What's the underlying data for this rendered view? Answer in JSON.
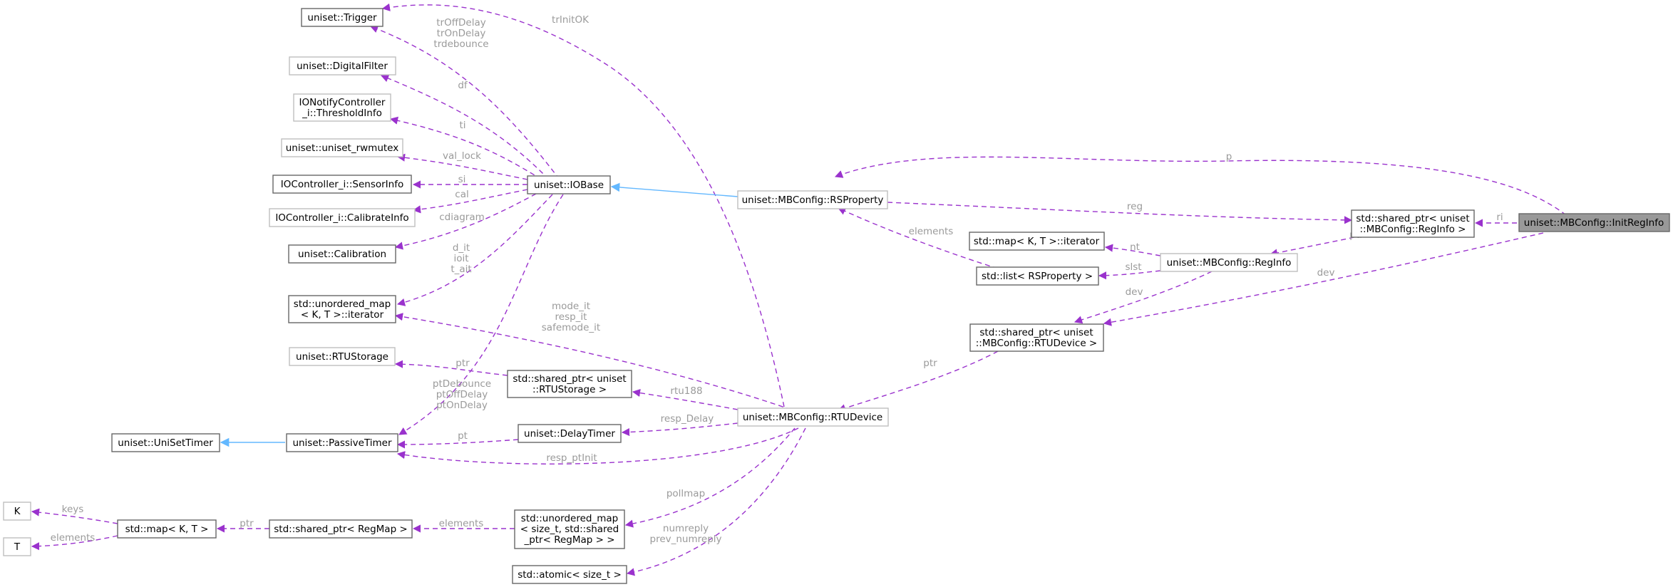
{
  "nodes": {
    "trigger": "uniset::Trigger",
    "digital_filter": "uniset::DigitalFilter",
    "threshold_info": [
      "IONotifyController",
      "_i::ThresholdInfo"
    ],
    "rwmutex": "uniset::uniset_rwmutex",
    "sensor_info": "IOController_i::SensorInfo",
    "calibrate_info": "IOController_i::CalibrateInfo",
    "calibration": "uniset::Calibration",
    "umap_iter": [
      "std::unordered_map",
      "< K, T >::iterator"
    ],
    "rtu_storage": "uniset::RTUStorage",
    "uniset_timer": "uniset::UniSetTimer",
    "passive_timer": "uniset::PassiveTimer",
    "k": "K",
    "t": "T",
    "map_kt": "std::map< K, T >",
    "sp_regmap": "std::shared_ptr< RegMap >",
    "iobase": "uniset::IOBase",
    "sp_rtustorage": [
      "std::shared_ptr< uniset",
      "::RTUStorage >"
    ],
    "delay_timer": "uniset::DelayTimer",
    "umap_regmap": [
      "std::unordered_map",
      "< size_t, std::shared",
      "_ptr< RegMap > >"
    ],
    "atomic": "std::atomic< size_t >",
    "rsproperty": "uniset::MBConfig::RSProperty",
    "rtudevice": "uniset::MBConfig::RTUDevice",
    "map_iter": "std::map< K, T >::iterator",
    "list_rsp": "std::list< RSProperty >",
    "sp_rtudevice": [
      "std::shared_ptr< uniset",
      "::MBConfig::RTUDevice >"
    ],
    "reginfo": "uniset::MBConfig::RegInfo",
    "sp_reginfo": [
      "std::shared_ptr< uniset",
      "::MBConfig::RegInfo >"
    ],
    "initreginfo": "uniset::MBConfig::InitRegInfo"
  },
  "edge_labels": {
    "trigger_1": "trOffDelay",
    "trigger_2": "trOnDelay",
    "trigger_3": "trdebounce",
    "trinitok": "trInitOK",
    "df": "df",
    "ti": "ti",
    "val_lock": "val_lock",
    "si": "si",
    "cal": "cal",
    "cdiagram": "cdiagram",
    "iter_1": "d_it",
    "iter_2": "ioit",
    "iter_3": "t_ait",
    "p": "p",
    "reg": "reg",
    "ri": "ri",
    "ptr_reginfo": "ptr",
    "elements_rsp": "elements",
    "nt": "nt",
    "slst": "slst",
    "dev_1": "dev",
    "dev_2": "dev",
    "mode_it": "mode_it",
    "resp_it": "resp_it",
    "safemode_it": "safemode_it",
    "ptr_storage": "ptr",
    "rtu188": "rtu188",
    "ptr_device": "ptr",
    "pt_debounce": "ptDebounce",
    "pt_off_delay": "ptOffDelay",
    "pt_on_delay": "ptOnDelay",
    "resp_delay": "resp_Delay",
    "pt": "pt",
    "resp_ptinit": "resp_ptInit",
    "keys": "keys",
    "elements_t": "elements",
    "ptr_regmap": "ptr",
    "elements_regmap": "elements",
    "pollmap": "pollmap",
    "numreply": "numreply",
    "prev_numreply": "prev_numreply"
  }
}
